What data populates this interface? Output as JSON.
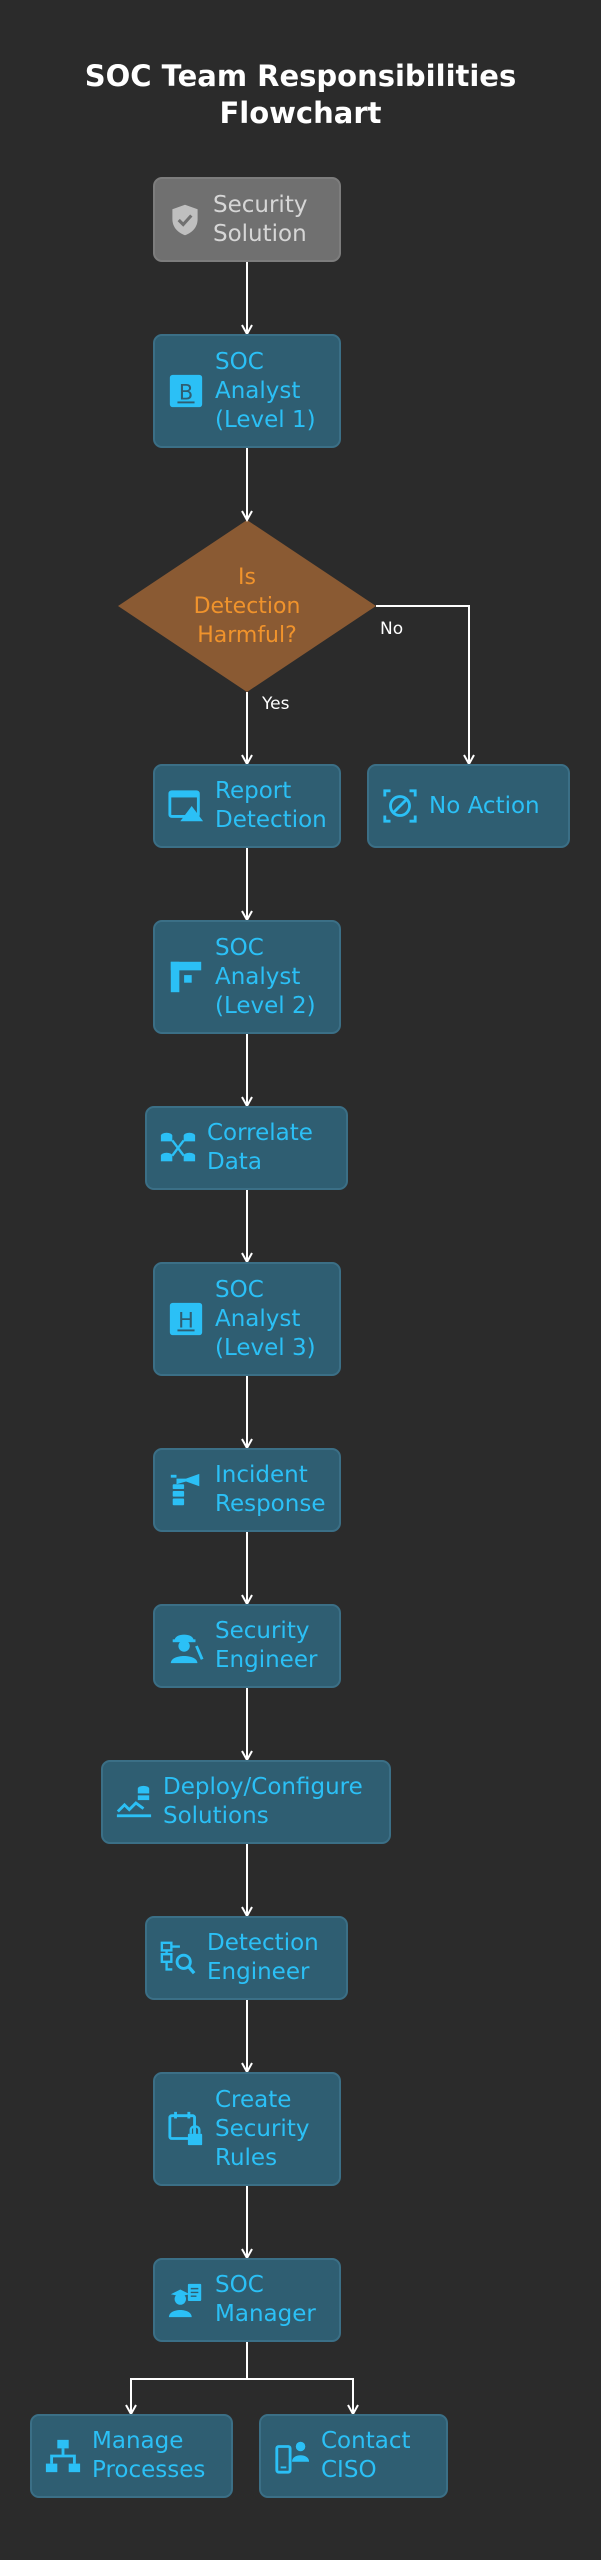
{
  "title": [
    "SOC Team Responsibilities",
    "Flowchart"
  ],
  "colors": {
    "background": "#2b2b2b",
    "node_fill": "#2f5e72",
    "node_text": "#2bc0f6",
    "start_fill": "#707070",
    "decision_fill": "#8a5a33",
    "decision_text": "#f0932c",
    "edge": "#ffffff"
  },
  "nodes": [
    {
      "id": "security-solution",
      "label": "Security\nSolution",
      "icon": "shield-check-icon",
      "style": "grey"
    },
    {
      "id": "soc-analyst-l1",
      "label": "SOC\nAnalyst\n(Level 1)",
      "icon": "badge-b-icon",
      "style": "blue"
    },
    {
      "id": "is-detection-harmful",
      "label": "Is\nDetection\nHarmful?",
      "icon": "",
      "style": "decision"
    },
    {
      "id": "report-detection",
      "label": "Report\nDetection",
      "icon": "report-window-icon",
      "style": "blue"
    },
    {
      "id": "no-action",
      "label": "No Action",
      "icon": "cancel-circle-icon",
      "style": "blue"
    },
    {
      "id": "soc-analyst-l2",
      "label": "SOC\nAnalyst\n(Level 2)",
      "icon": "analyst-l2-icon",
      "style": "blue"
    },
    {
      "id": "correlate-data",
      "label": "Correlate\nData",
      "icon": "database-link-icon",
      "style": "blue"
    },
    {
      "id": "soc-analyst-l3",
      "label": "SOC\nAnalyst\n(Level 3)",
      "icon": "badge-h-icon",
      "style": "blue"
    },
    {
      "id": "incident-response",
      "label": "Incident\nResponse",
      "icon": "fire-extinguisher-icon",
      "style": "blue"
    },
    {
      "id": "security-engineer",
      "label": "Security\nEngineer",
      "icon": "engineer-icon",
      "style": "blue"
    },
    {
      "id": "deploy-configure",
      "label": "Deploy/Configure\nSolutions",
      "icon": "deploy-server-icon",
      "style": "blue"
    },
    {
      "id": "detection-engineer",
      "label": "Detection\nEngineer",
      "icon": "search-diagram-icon",
      "style": "blue"
    },
    {
      "id": "create-security-rules",
      "label": "Create\nSecurity\nRules",
      "icon": "calendar-lock-icon",
      "style": "blue"
    },
    {
      "id": "soc-manager",
      "label": "SOC\nManager",
      "icon": "manager-icon",
      "style": "blue"
    },
    {
      "id": "manage-processes",
      "label": "Manage\nProcesses",
      "icon": "process-tree-icon",
      "style": "blue"
    },
    {
      "id": "contact-ciso",
      "label": "Contact\nCISO",
      "icon": "phone-contact-icon",
      "style": "blue"
    }
  ],
  "edges": [
    {
      "from": "security-solution",
      "to": "soc-analyst-l1",
      "label": ""
    },
    {
      "from": "soc-analyst-l1",
      "to": "is-detection-harmful",
      "label": ""
    },
    {
      "from": "is-detection-harmful",
      "to": "report-detection",
      "label": "Yes"
    },
    {
      "from": "is-detection-harmful",
      "to": "no-action",
      "label": "No"
    },
    {
      "from": "report-detection",
      "to": "soc-analyst-l2",
      "label": ""
    },
    {
      "from": "soc-analyst-l2",
      "to": "correlate-data",
      "label": ""
    },
    {
      "from": "correlate-data",
      "to": "soc-analyst-l3",
      "label": ""
    },
    {
      "from": "soc-analyst-l3",
      "to": "incident-response",
      "label": ""
    },
    {
      "from": "incident-response",
      "to": "security-engineer",
      "label": ""
    },
    {
      "from": "security-engineer",
      "to": "deploy-configure",
      "label": ""
    },
    {
      "from": "deploy-configure",
      "to": "detection-engineer",
      "label": ""
    },
    {
      "from": "detection-engineer",
      "to": "create-security-rules",
      "label": ""
    },
    {
      "from": "create-security-rules",
      "to": "soc-manager",
      "label": ""
    },
    {
      "from": "soc-manager",
      "to": "manage-processes",
      "label": ""
    },
    {
      "from": "soc-manager",
      "to": "contact-ciso",
      "label": ""
    }
  ]
}
